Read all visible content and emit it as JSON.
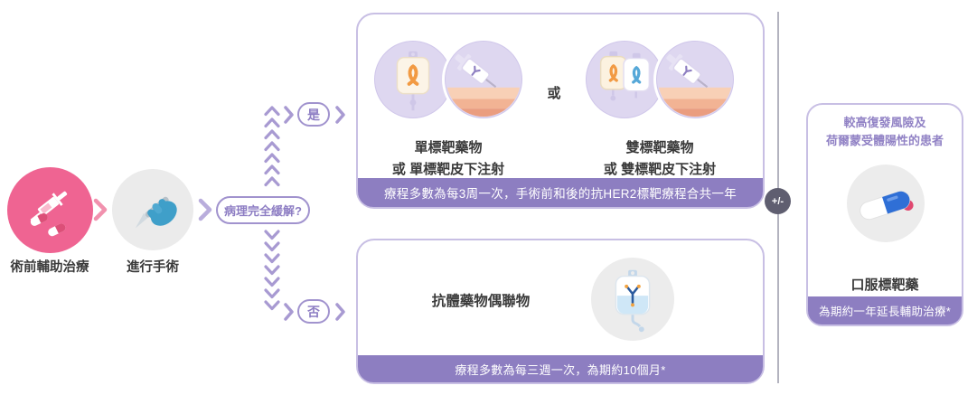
{
  "steps": {
    "step1": "術前輔助治療",
    "step2": "進行手術",
    "decision": "病理完全緩解?",
    "yes": "是",
    "no": "否"
  },
  "yes_branch": {
    "single_line1": "單標靶藥物",
    "single_line2": "或 單標靶皮下注射",
    "or": "或",
    "dual_line1": "雙標靶藥物",
    "dual_line2": "或 雙標靶皮下注射",
    "footer": "療程多數為每3周一次，手術前和後的抗HER2標靶療程合共一年"
  },
  "no_branch": {
    "label": "抗體藥物偶聯物",
    "footer": "療程多數為每三週一次，為期約10個月*"
  },
  "divider": {
    "plus_minus": "+/-"
  },
  "extended": {
    "header_line1": "較高復發風險及",
    "header_line2": "荷爾蒙受體陽性的患者",
    "label": "口服標靶藥",
    "footer": "為期約一年延長輔助治療*"
  },
  "icons": {
    "step1": "syringe-pills-icon",
    "step2": "hand-scalpel-icon",
    "single_iv": "iv-bag-ribbon-icon",
    "single_sc": "subcutaneous-syringe-icon",
    "dual_iv": "dual-iv-bags-icon",
    "dual_sc": "subcutaneous-syringe-icon",
    "adc": "adc-iv-bag-icon",
    "oral": "oral-capsule-icon"
  },
  "colors": {
    "pink": "#ef6492",
    "accent_purple": "#8d7ec1",
    "light_purple_circle": "#ded7f0",
    "box_border": "#c8bfe4",
    "footer_bar": "#8d7ec1",
    "purple_text": "#8d7dc3",
    "gray_circle": "#ececec",
    "orange_ribbon": "#f29a43",
    "blue_ribbon": "#56a8d8",
    "plus_minus_bg": "#5f5e70"
  }
}
